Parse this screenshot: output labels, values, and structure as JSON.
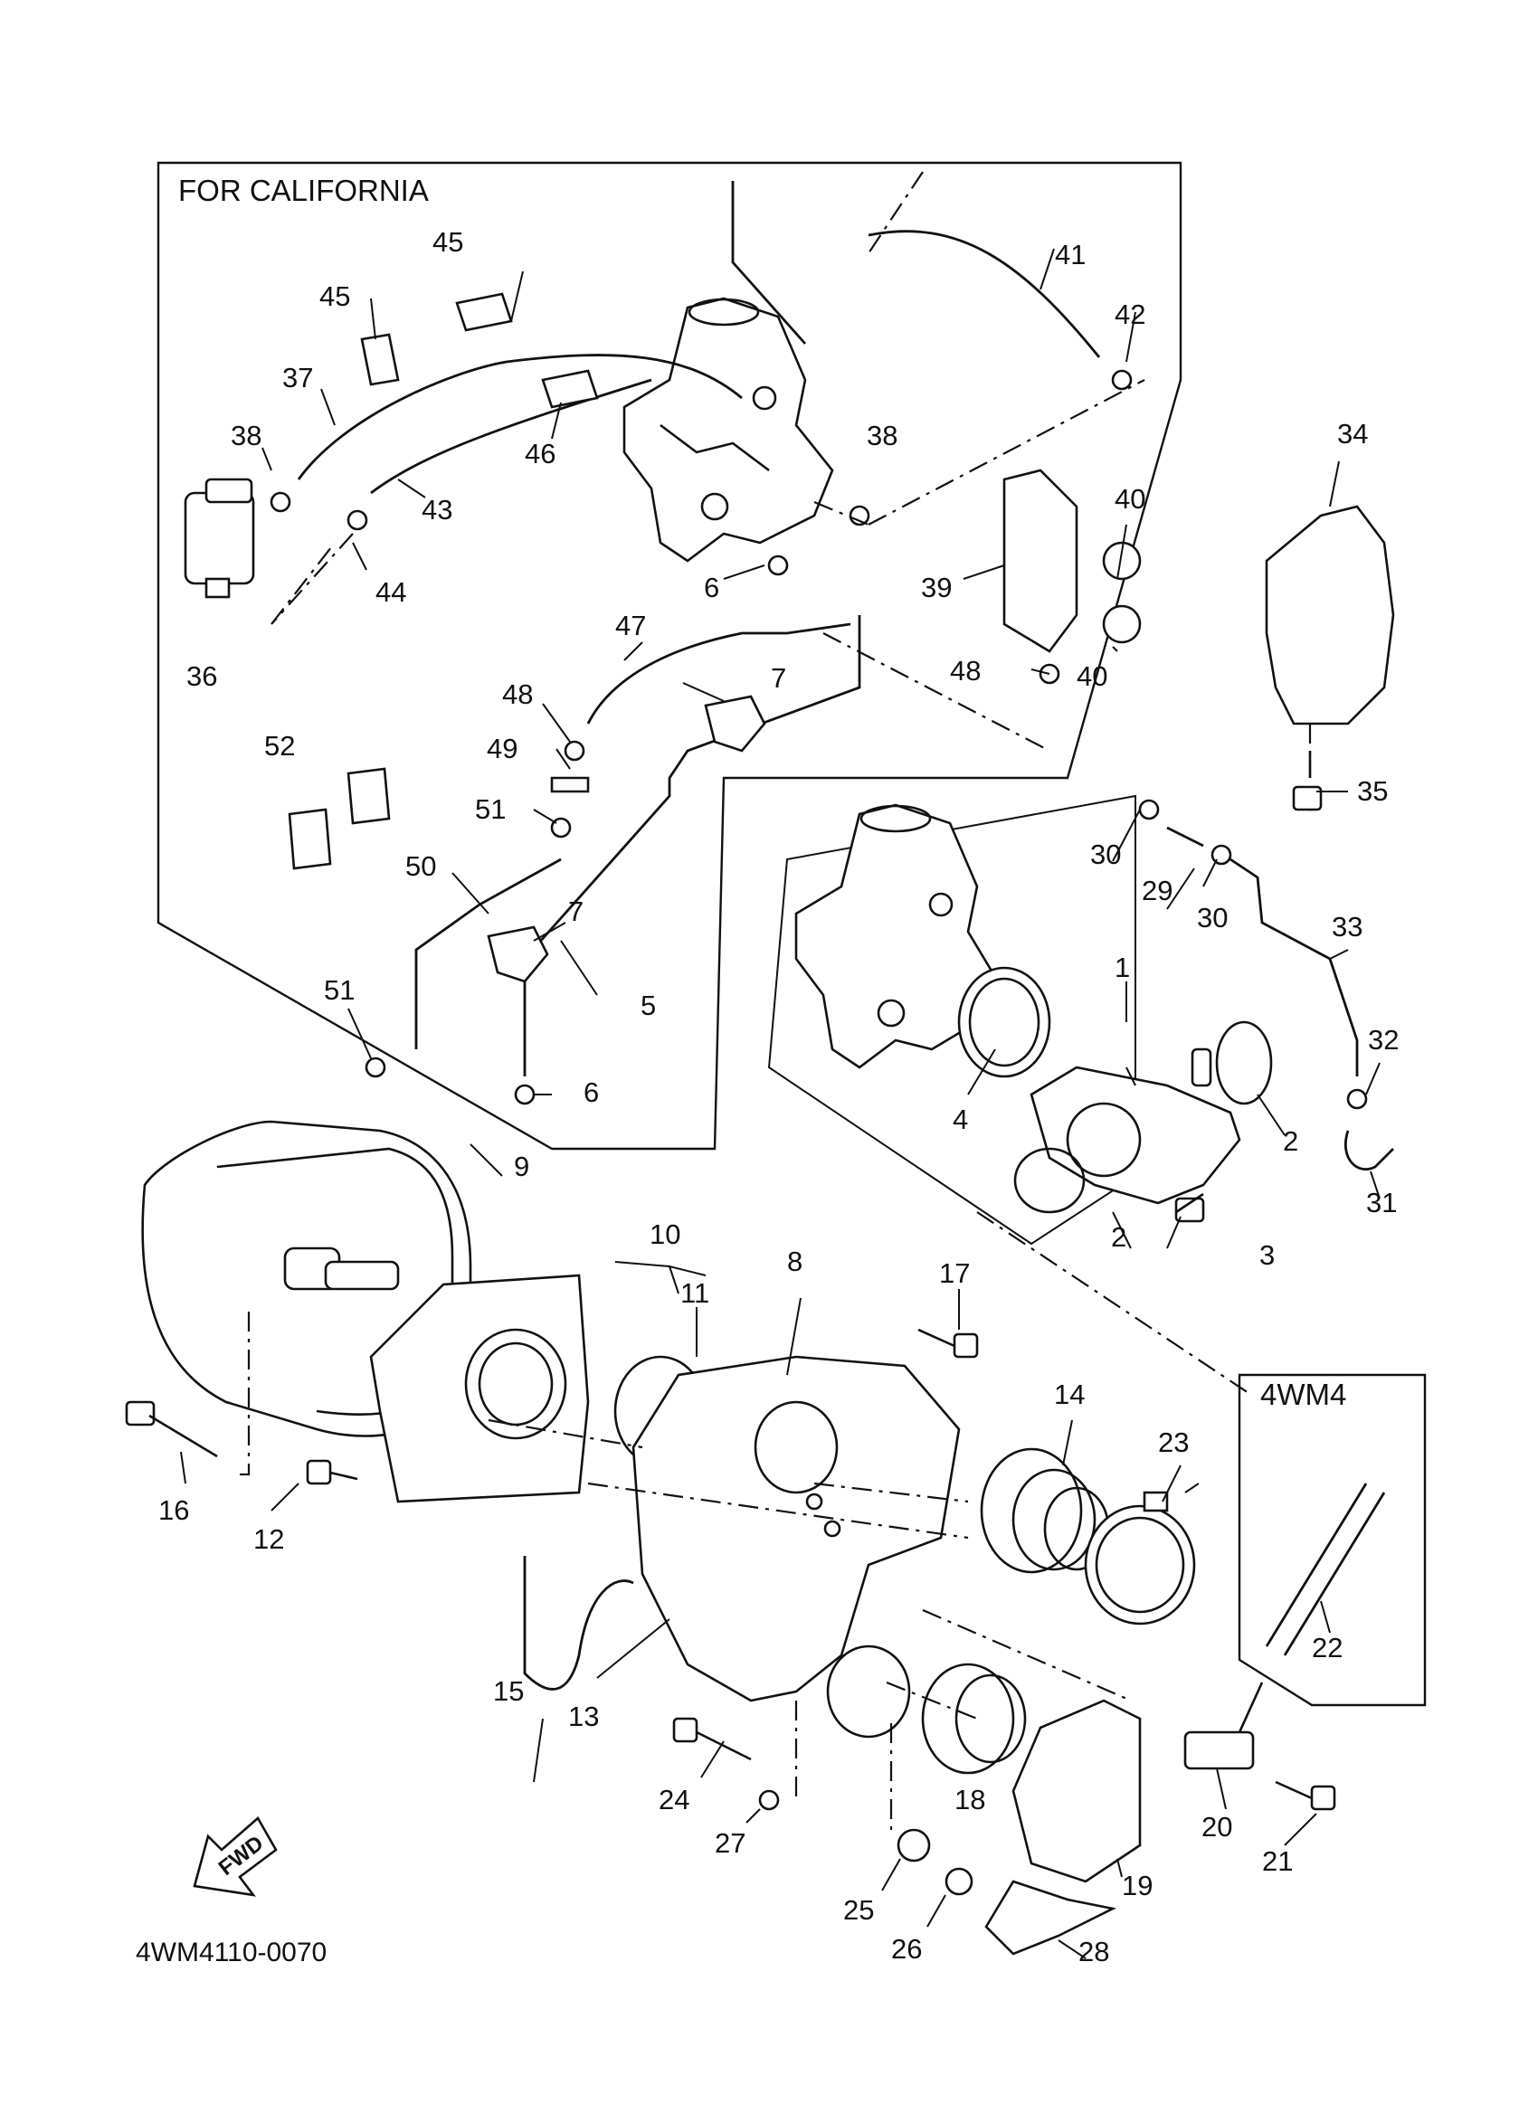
{
  "diagram": {
    "inset_california_title": "FOR CALIFORNIA",
    "inset_4wm4_title": "4WM4",
    "fwd_label": "FWD",
    "diagram_code": "4WM4110-0070",
    "callouts": [
      "1",
      "2",
      "2",
      "3",
      "4",
      "5",
      "6",
      "6",
      "7",
      "7",
      "8",
      "9",
      "10",
      "11",
      "12",
      "13",
      "14",
      "15",
      "16",
      "17",
      "18",
      "19",
      "20",
      "21",
      "22",
      "23",
      "24",
      "25",
      "26",
      "27",
      "28",
      "29",
      "30",
      "30",
      "31",
      "32",
      "33",
      "34",
      "35",
      "36",
      "37",
      "38",
      "38",
      "39",
      "40",
      "40",
      "41",
      "42",
      "43",
      "44",
      "45",
      "45",
      "46",
      "47",
      "48",
      "48",
      "49",
      "50",
      "51",
      "51",
      "52"
    ]
  }
}
